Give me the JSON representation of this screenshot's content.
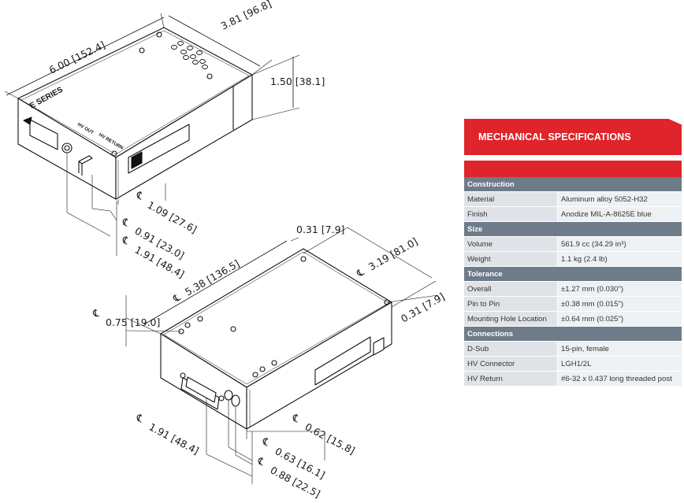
{
  "drawing": {
    "top_view": {
      "dim_length": "6.00 [152.4]",
      "dim_width": "3.81 [96.8]",
      "dim_height": "1.50 [38.1]",
      "dim_c1": "1.09 [27.6]",
      "dim_c2": "0.91 [23.0]",
      "dim_c3": "1.91 [48.4]",
      "series_label": "E SERIES",
      "hv_out_label": "HV OUT",
      "hv_return_label": "HV RETURN"
    },
    "bottom_view": {
      "dim_c_top": "0.31 [7.9]",
      "dim_c_length": "5.38 [136.5]",
      "dim_c_width": "3.19 [81.0]",
      "dim_c_right": "0.31 [7.9]",
      "dim_c_left": "0.75 [19.0]",
      "dim_c_b1": "1.91 [48.4]",
      "dim_c_b2": "0.62 [15.8]",
      "dim_c_b3": "0.63 [16.1]",
      "dim_c_b4": "0.88 [22.5]"
    },
    "centerline_symbol": "℄"
  },
  "specs": {
    "title": "MECHANICAL SPECIFICATIONS",
    "sections": [
      {
        "name": "Construction",
        "rows": [
          {
            "label": "Material",
            "value": "Aluminum alloy 5052-H32"
          },
          {
            "label": "Finish",
            "value": "Anodize MIL-A-8625E blue"
          }
        ]
      },
      {
        "name": "Size",
        "rows": [
          {
            "label": "Volume",
            "value": "561.9 cc (34.29 in³)"
          },
          {
            "label": "Weight",
            "value": "1.1 kg (2.4 lb)"
          }
        ]
      },
      {
        "name": "Tolerance",
        "rows": [
          {
            "label": "Overall",
            "value": "±1.27 mm (0.030\")"
          },
          {
            "label": "Pin to Pin",
            "value": "±0.38 mm (0.015\")"
          },
          {
            "label": "Mounting Hole Location",
            "value": "±0.64 mm (0.025\")"
          }
        ]
      },
      {
        "name": "Connections",
        "rows": [
          {
            "label": "D-Sub",
            "value": "15-pin, female"
          },
          {
            "label": "HV Connector",
            "value": "LGH1/2L"
          },
          {
            "label": "HV Return",
            "value": "#6-32 x 0.437 long threaded post"
          }
        ]
      }
    ]
  }
}
